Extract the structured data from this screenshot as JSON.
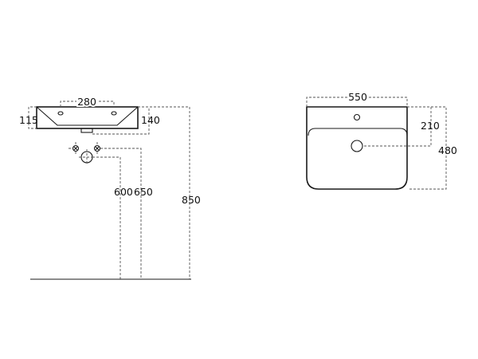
{
  "side_view": {
    "tap_spacing": "280",
    "basin_height": "115",
    "overall_depth": "140",
    "supply_height": "650",
    "drain_height": "600",
    "rim_height": "850"
  },
  "front_view": {
    "width": "550",
    "drain_offset": "210",
    "depth": "480"
  },
  "colors": {
    "line": "#1a1a1a",
    "dimension": "#555555"
  }
}
